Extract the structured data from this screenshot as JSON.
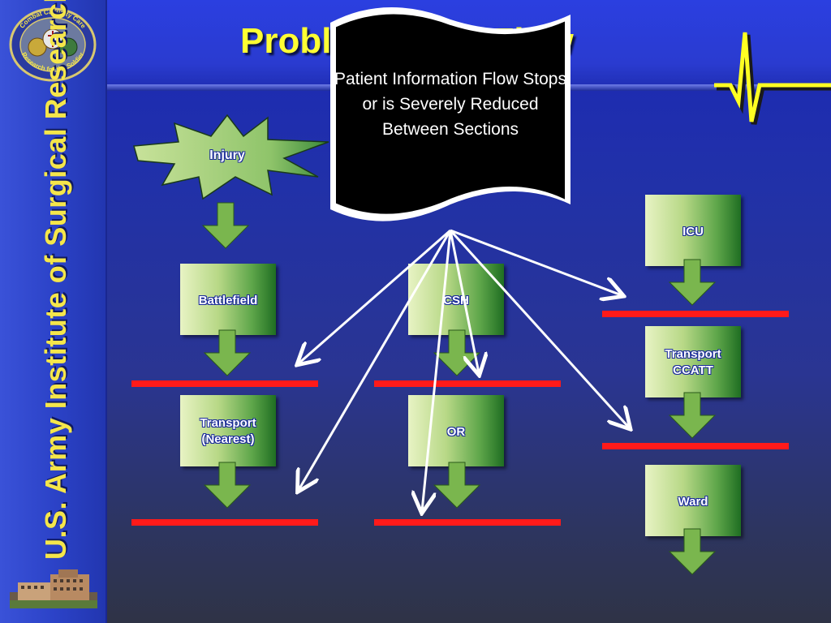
{
  "slide": {
    "title": "Problem: Data Flow",
    "sidebar_text": "U.S. Army Institute of Surgical Research",
    "logo_text_top": "Combat Casualty Care",
    "logo_text_bottom": "Research for the Soldier"
  },
  "callout": {
    "text": "Patient Information Flow Stops or is Severely Reduced Between Sections"
  },
  "nodes": {
    "injury": "Injury",
    "battlefield": "Battlefield",
    "transport_nearest_1": "Transport",
    "transport_nearest_2": "(Nearest)",
    "csh": "CSH",
    "or": "OR",
    "icu": "ICU",
    "transport_ccatt_1": "Transport",
    "transport_ccatt_2": "CCATT",
    "ward": "Ward"
  },
  "colors": {
    "background": "#2131a8",
    "title": "#ffff33",
    "section_break": "#ff1a1a",
    "node_gradient_dark": "#1f6e22",
    "node_gradient_light": "#e8f3c4",
    "callout_fill": "#000000"
  }
}
